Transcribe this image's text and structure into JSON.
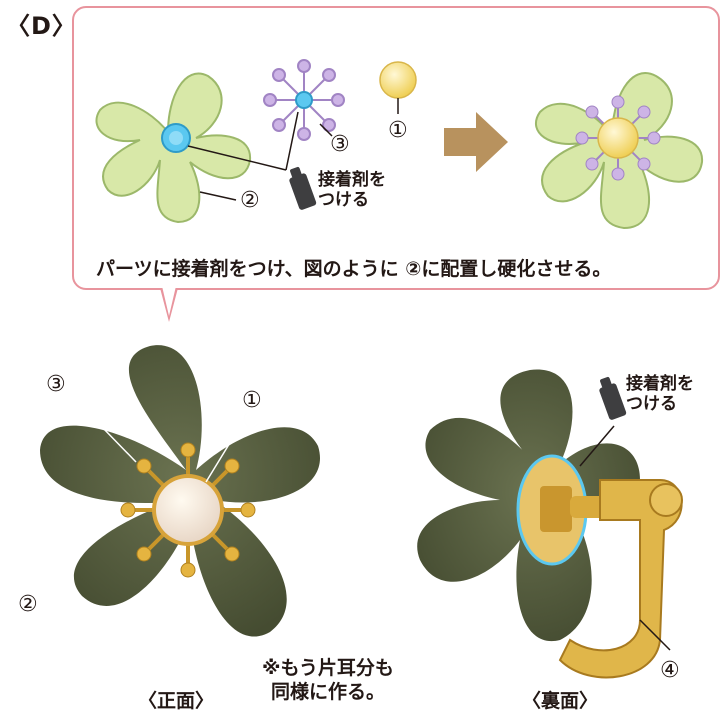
{
  "section_label": "〈D〉",
  "diagram": {
    "labels": {
      "pearl": "①",
      "flower": "②",
      "stamen": "③",
      "clip": "④"
    },
    "glue_label_line1": "接着剤を",
    "glue_label_line2": "つける",
    "instruction": "パーツに接着剤をつけ、図のように ②に配置し硬化させる。"
  },
  "photos": {
    "front_caption": "〈正面〉",
    "back_caption": "〈裏面〉",
    "note_line1": "※もう片耳分も",
    "note_line2": "同様に作る。"
  },
  "colors": {
    "callout_border": "#e8949d",
    "petal_fill": "#d8e8a8",
    "petal_stroke": "#9cb86a",
    "glue_blue": "#5bc8f0",
    "stamen_purple": "#b89ad6",
    "pearl_yellow": "#f7e27a",
    "arrow_brown": "#b8925e",
    "felt_green": "#555d3d",
    "gold": "#d8a93a"
  }
}
